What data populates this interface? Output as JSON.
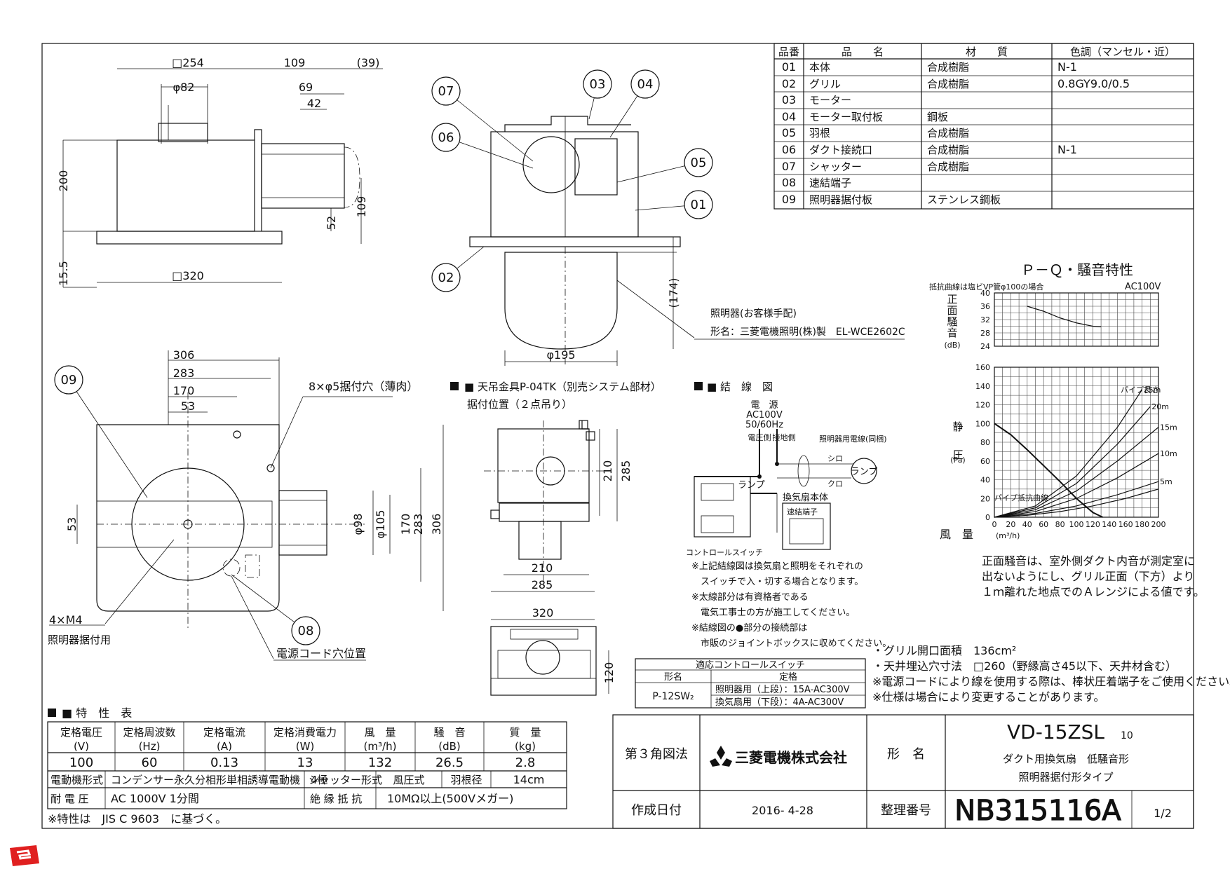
{
  "parts_table": {
    "headers": [
      "品番",
      "品　　名",
      "材　　質",
      "色調（マンセル・近）"
    ],
    "rows": [
      [
        "01",
        "本体",
        "合成樹脂",
        "N-1"
      ],
      [
        "02",
        "グリル",
        "合成樹脂",
        "0.8GY9.0/0.5"
      ],
      [
        "03",
        "モーター",
        "",
        ""
      ],
      [
        "04",
        "モーター取付板",
        "鋼板",
        ""
      ],
      [
        "05",
        "羽根",
        "合成樹脂",
        ""
      ],
      [
        "06",
        "ダクト接続口",
        "合成樹脂",
        "N-1"
      ],
      [
        "07",
        "シャッター",
        "合成樹脂",
        ""
      ],
      [
        "08",
        "速結端子",
        "",
        ""
      ],
      [
        "09",
        "照明器据付板",
        "ステンレス鋼板",
        ""
      ]
    ]
  },
  "dims_top": {
    "d254": "□254",
    "d109": "109",
    "d39": "(39)",
    "d82": "φ82",
    "d69": "69",
    "d42": "42",
    "d200": "200",
    "d52": "52",
    "d109v": "109",
    "d155": "15.5",
    "d320": "□320"
  },
  "dims_side": {
    "d174": "(174)",
    "d195": "φ195"
  },
  "lamp_note": {
    "line1": "照明器(お客様手配)",
    "line2": "形名：三菱電機照明(株)製　EL-WCE2602C"
  },
  "dims_bottom": {
    "d306": "306",
    "d283": "283",
    "d170": "170",
    "d53": "53",
    "holes": "8×φ5据付穴（薄肉）",
    "d53v": "53",
    "d98": "φ98",
    "d105": "φ105",
    "d170v": "170",
    "d283v": "283",
    "d306v": "306",
    "m4": "4×M4",
    "m4sub": "照明器据付用",
    "cord": "電源コード穴位置"
  },
  "balloons": [
    "07",
    "03",
    "04",
    "06",
    "05",
    "01",
    "02",
    "09",
    "08"
  ],
  "ceiling": {
    "title": "■ 天吊金具P-04TK（別売システム部材）",
    "subtitle": "据付位置（２点吊り）",
    "d210": "210",
    "d285": "285",
    "d210h": "210",
    "d285h": "285",
    "d320": "320",
    "d120": "120"
  },
  "wiring": {
    "title": "■ 結　線　図",
    "power": [
      "電　源",
      "AC100V",
      "50/60Hz"
    ],
    "voltage_side": "電圧側",
    "ground_side": "接地側",
    "light_wire": "照明器用電線(同梱)",
    "shiro": "シロ",
    "kuro": "クロ",
    "lamp": "ランプ",
    "lamp2": "ランプ",
    "fan_body": "換気扇本体",
    "terminal": "速結端子",
    "switch_label": "コントロールスイッチ",
    "notes": [
      "※上記結線図は換気扇と照明をそれぞれの",
      "　スイッチで入・切する場合となります。",
      "※太線部分は有資格者である",
      "　電気工事士の方が施工してください。",
      "※結線図の●部分の接続部は",
      "　市販のジョイントボックスに収めてください。"
    ]
  },
  "switch_table": {
    "title": "適応コントロールスイッチ",
    "h_model": "形名",
    "h_rating": "定格",
    "model": "P-12SW₂",
    "r1": "照明器用（上段）：15A-AC300V",
    "r2": "換気扇用（下段）：4A-AC300V"
  },
  "specs_notes": [
    "・グリル開口面積　136cm²",
    "・天井埋込穴寸法　□260（野縁高さ45以下、天井材含む）",
    "※電源コードにより線を使用する際は、棒状圧着端子をご使用ください。",
    "※仕様は場合により変更することがあります。"
  ],
  "pq_chart": {
    "title": "Ｐ－Ｑ・騒音特性",
    "noise_ylabel": "正面騒音",
    "noise_unit": "(dB)",
    "noise_note": "抵抗曲線は塩ビVP管φ100の場合",
    "power": "AC100V",
    "pressure_ylabel": "静圧",
    "pressure_unit": "(Pa)",
    "xlabel": "風　量",
    "xunit": "(m³/h)",
    "pipe_label": "パイプ長さ",
    "pipe_loss_label": "パイプ抵抗曲線",
    "note": [
      "正面騒音は、室外側ダクト内音が測定室に",
      "出ないようにし、グリル正面（下方）より",
      "１ｍ離れた地点でのＡレンジによる値です。"
    ]
  },
  "chart_data": {
    "type": "line",
    "title": "Ｐ－Ｑ・騒音特性",
    "xlabel": "風　量 (m³/h)",
    "xlim": [
      0,
      200
    ],
    "x_ticks": [
      "0",
      "20",
      "40",
      "60",
      "80",
      "100",
      "120",
      "140",
      "160",
      "180",
      "200"
    ],
    "panels": [
      {
        "name": "noise",
        "ylabel": "正面騒音 (dB)",
        "ylim": [
          24,
          40
        ],
        "y_ticks": [
          "40",
          "36",
          "32",
          "28",
          "24"
        ],
        "series": [
          {
            "x": [
              40,
              60,
              80,
              100,
              120,
              130
            ],
            "y": [
              36,
              34.5,
              32.5,
              31,
              30,
              29.8
            ]
          }
        ]
      },
      {
        "name": "pressure",
        "ylabel": "静圧 (Pa)",
        "ylim": [
          0,
          160
        ],
        "y_ticks": [
          "160",
          "140",
          "120",
          "100",
          "80",
          "60",
          "40",
          "20",
          "0"
        ],
        "series": [
          {
            "name": "fan",
            "x": [
              0,
              20,
              40,
              60,
              80,
              100,
              120,
              132
            ],
            "y": [
              100,
              88,
              72,
              55,
              38,
              20,
              5,
              0
            ]
          },
          {
            "name": "パイプ抵抗曲線",
            "x": [
              0,
              40,
              80,
              120,
              160,
              200
            ],
            "y": [
              0,
              2,
              6,
              12,
              20,
              30
            ]
          },
          {
            "name": "5m",
            "x": [
              0,
              50,
              100,
              150,
              200
            ],
            "y": [
              0,
              4,
              12,
              24,
              38
            ]
          },
          {
            "name": "10m",
            "x": [
              0,
              50,
              100,
              150,
              200
            ],
            "y": [
              0,
              6,
              20,
              42,
              68
            ]
          },
          {
            "name": "15m",
            "x": [
              0,
              50,
              100,
              150,
              200
            ],
            "y": [
              0,
              8,
              28,
              60,
              96
            ]
          },
          {
            "name": "20m",
            "x": [
              0,
              50,
              100,
              150,
              190
            ],
            "y": [
              0,
              10,
              36,
              78,
              118
            ]
          },
          {
            "name": "25m",
            "x": [
              0,
              50,
              100,
              150,
              180
            ],
            "y": [
              0,
              12,
              44,
              96,
              136
            ]
          }
        ]
      }
    ]
  },
  "spec_table": {
    "title": "■ 特　性　表",
    "headers": [
      [
        "定格電圧",
        "(V)"
      ],
      [
        "定格周波数",
        "(Hz)"
      ],
      [
        "定格電流",
        "(A)"
      ],
      [
        "定格消費電力",
        "(W)"
      ],
      [
        "風　量",
        "(m³/h)"
      ],
      [
        "騒　音",
        "(dB)"
      ],
      [
        "質　量",
        "(kg)"
      ]
    ],
    "values": [
      "100",
      "60",
      "0.13",
      "13",
      "132",
      "26.5",
      "2.8"
    ],
    "motor_label": "電動機形式",
    "motor_value": "コンデンサー永久分相形単相誘導電動機　4極",
    "shutter_label": "シャッター形式",
    "shutter_value": "風圧式",
    "blade_label": "羽根径",
    "blade_value": "14cm",
    "withstand_label": "耐 電 圧",
    "withstand_value": "AC 1000V 1分間",
    "insulation_label": "絶 縁 抵 抗",
    "insulation_value": "10MΩ以上(500Vメガー)",
    "footnote": "※特性は　JIS C 9603　に基づく。"
  },
  "title_block": {
    "projection": "第３角図法",
    "company": "三菱電機株式会社",
    "model_label": "形　名",
    "model": "VD-15ZSL",
    "model_suffix": "10",
    "desc1": "ダクト用換気扇　低騒音形",
    "desc2": "照明器据付形タイプ",
    "date_label": "作成日付",
    "date": "2016- 4-28",
    "number_label": "整理番号",
    "number": "NB315116A",
    "page": "1/2"
  }
}
